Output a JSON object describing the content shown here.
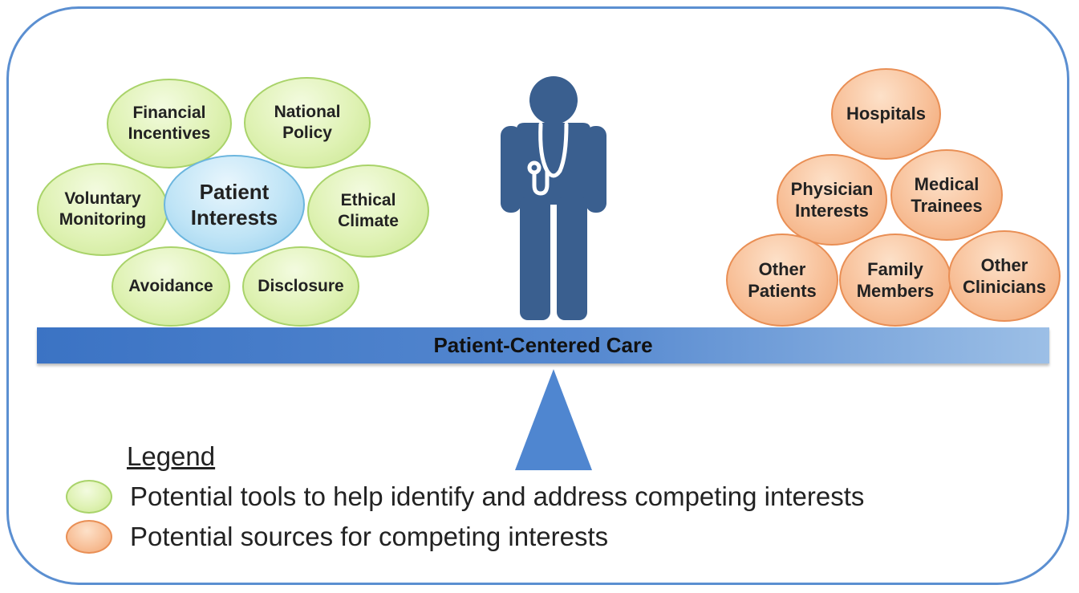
{
  "left_group": {
    "center": "Patient\nInterests",
    "tools": [
      "Financial\nIncentives",
      "National\nPolicy",
      "Voluntary\nMonitoring",
      "Ethical\nClimate",
      "Avoidance",
      "Disclosure"
    ]
  },
  "right_group": {
    "sources": [
      "Hospitals",
      "Physician\nInterests",
      "Medical\nTrainees",
      "Other\nPatients",
      "Family\nMembers",
      "Other\nClinicians"
    ]
  },
  "beam_label": "Patient-Centered Care",
  "legend": {
    "title": "Legend",
    "items": [
      {
        "label": "Potential tools to help identify and address competing interests",
        "color": "#dff2b4"
      },
      {
        "label": "Potential sources for competing interests",
        "color": "#f8c19a"
      }
    ]
  },
  "colors": {
    "frame": "#5b8fd1",
    "doctor": "#3a5f8f",
    "fulcrum": "#4f86d0",
    "beam_start": "#3b73c4",
    "beam_end": "#9cbfe6"
  },
  "icons": [
    "doctor-icon",
    "stethoscope-icon",
    "fulcrum-triangle"
  ]
}
